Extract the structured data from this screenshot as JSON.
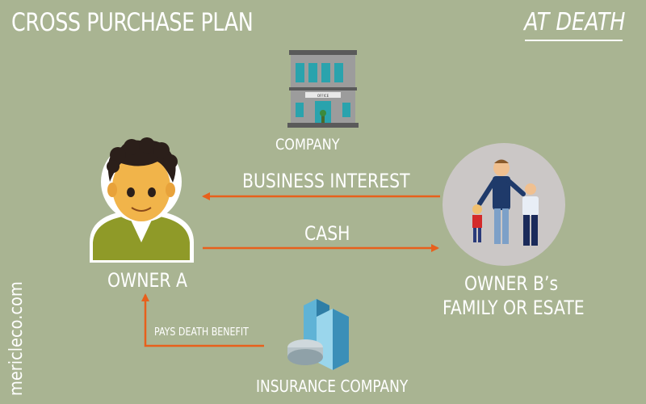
{
  "title": "CROSS PURCHASE PLAN",
  "subtitle": "AT DEATH",
  "company": {
    "label": "COMPANY",
    "sign": "OFFICE"
  },
  "business_interest": "BUSINESS INTEREST",
  "cash": "CASH",
  "owner_a": "OWNER A",
  "owner_b": {
    "line1": "OWNER B’s",
    "line2": "FAMILY OR ESATE"
  },
  "pays_death_benefit": "PAYS DEATH BENEFIT",
  "insurance_company": "INSURANCE COMPANY",
  "watermark": "mericleco.com",
  "colors": {
    "background": "#a9b492",
    "arrow": "#e8601c",
    "text": "#ffffff",
    "shirt": "#8f9a28"
  }
}
